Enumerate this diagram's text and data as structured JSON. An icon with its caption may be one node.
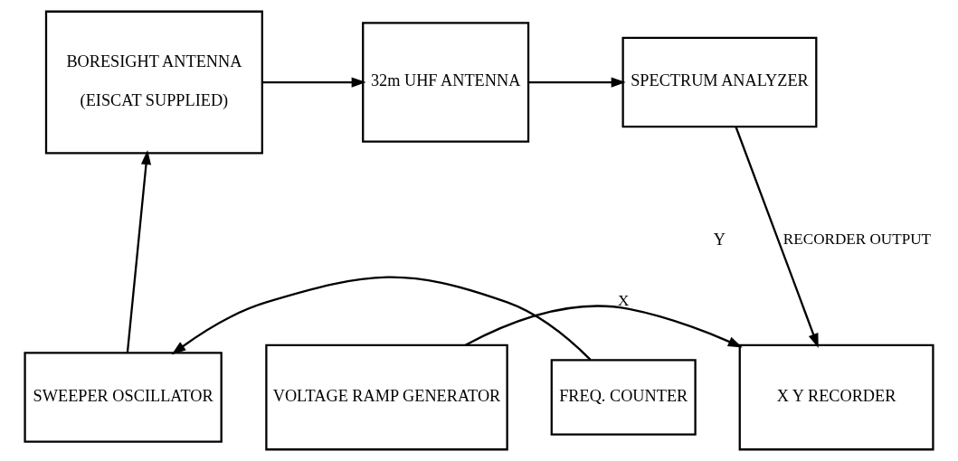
{
  "diagram": {
    "nodes": [
      {
        "text": [
          "SPECTRUM ANALYZER"
        ]
      },
      {
        "text": [
          "32m UHF ANTENNA"
        ]
      },
      {
        "text": [
          "BORESIGHT ANTENNA",
          "(EISCAT SUPPLIED)"
        ]
      },
      {
        "text": [
          "FREQ. COUNTER"
        ]
      },
      {
        "text": [
          "X Y RECORDER"
        ]
      },
      {
        "text": [
          "VOLTAGE RAMP GENERATOR"
        ]
      },
      {
        "text": [
          "SWEEPER OSCILLATOR"
        ]
      }
    ],
    "edges": [
      {
        "from": 1,
        "to": 0,
        "arrow": "to"
      },
      {
        "from": 2,
        "to": 1,
        "arrow": "to"
      },
      {
        "from": 0,
        "to": 4,
        "arrow": "to",
        "label": "RECORDER OUTPUT"
      },
      {
        "from": 5,
        "to": 4,
        "arrow": "to",
        "label": "X"
      },
      {
        "from": 3,
        "to": 6,
        "arrow": "to"
      },
      {
        "from": 6,
        "to": 2,
        "arrow": "to"
      }
    ],
    "labels": [
      "Y"
    ]
  }
}
